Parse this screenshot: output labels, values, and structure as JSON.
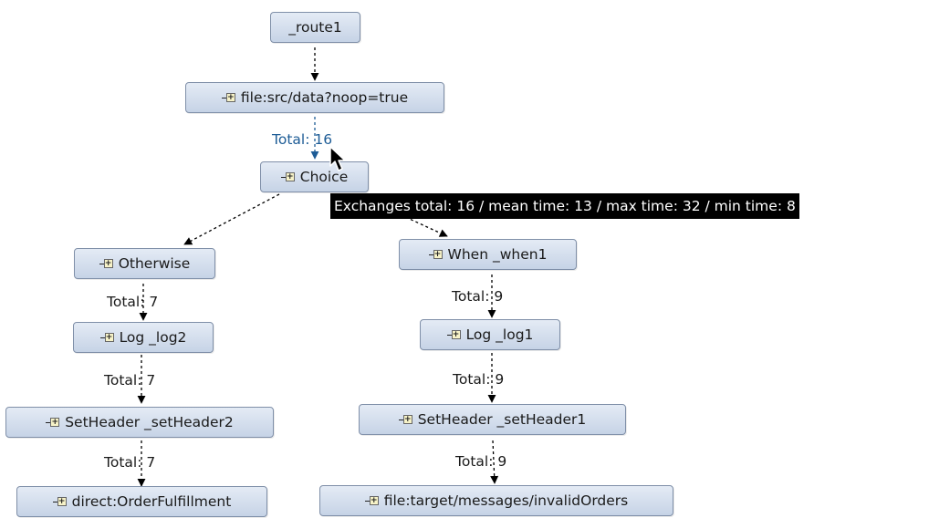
{
  "nodes": {
    "route": "_route1",
    "file_src": "file:src/data?noop=true",
    "choice": "Choice",
    "otherwise": "Otherwise",
    "log2": "Log _log2",
    "setheader2": "SetHeader _setHeader2",
    "direct_fulfillment": "direct:OrderFulfillment",
    "when1": "When _when1",
    "log1": "Log _log1",
    "setheader1": "SetHeader _setHeader1",
    "file_invalid": "file:target/messages/invalidOrders"
  },
  "edge_labels": {
    "file_to_choice": "Total: 16",
    "otherwise_to_log2": "Total: 7",
    "log2_to_setheader2": "Total: 7",
    "setheader2_to_direct": "Total: 7",
    "when1_to_log1": "Total: 9",
    "log1_to_setheader1": "Total: 9",
    "setheader1_to_file": "Total: 9"
  },
  "tooltip": {
    "text": "Exchanges total: 16 / mean time: 13 / max time: 32 / min time: 8"
  },
  "colors": {
    "node_fill_top": "#e4ebf5",
    "node_fill_bottom": "#c6d3e6",
    "node_border": "#7f8fa8",
    "highlight_edge": "#1d5c96",
    "tooltip_bg": "#000000"
  }
}
